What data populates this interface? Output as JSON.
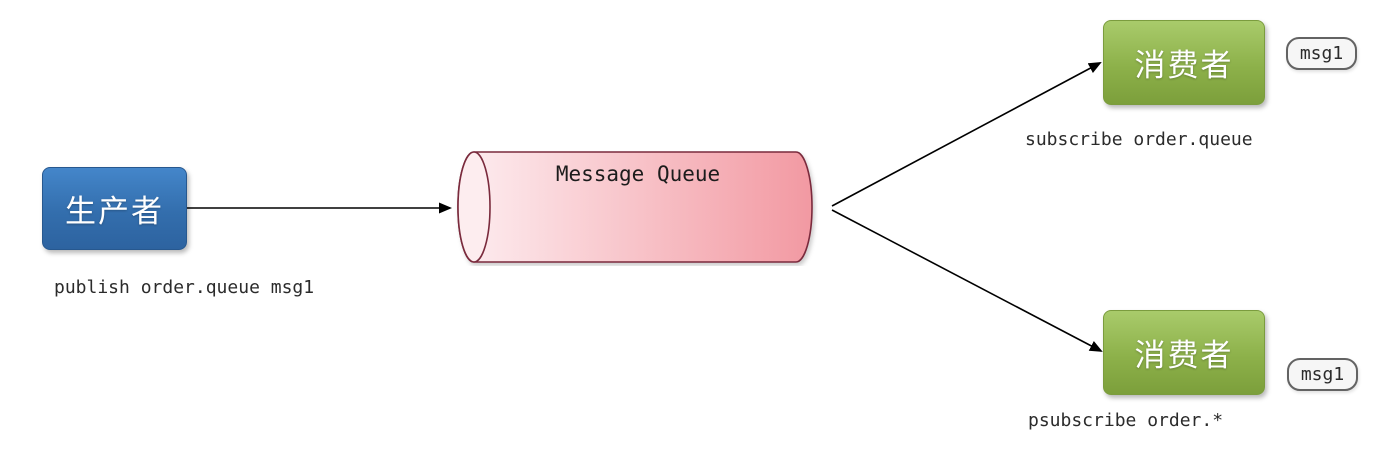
{
  "diagram": {
    "producer": {
      "label": "生产者",
      "caption": "publish order.queue msg1"
    },
    "queue": {
      "label": "Message Queue"
    },
    "consumers": [
      {
        "label": "消费者",
        "caption": "subscribe order.queue",
        "badge": "msg1"
      },
      {
        "label": "消费者",
        "caption": "psubscribe order.*",
        "badge": "msg1"
      }
    ],
    "colors": {
      "producer_fill": "#336ead",
      "consumer_fill": "#8db14a",
      "queue_fill_light": "#fdeef1",
      "queue_fill_dark": "#f299a2",
      "queue_stroke": "#7a2c3c",
      "badge_fill": "#f6f6f6",
      "badge_border": "#636363",
      "arrow": "#000000",
      "background": "#ffffff"
    }
  }
}
